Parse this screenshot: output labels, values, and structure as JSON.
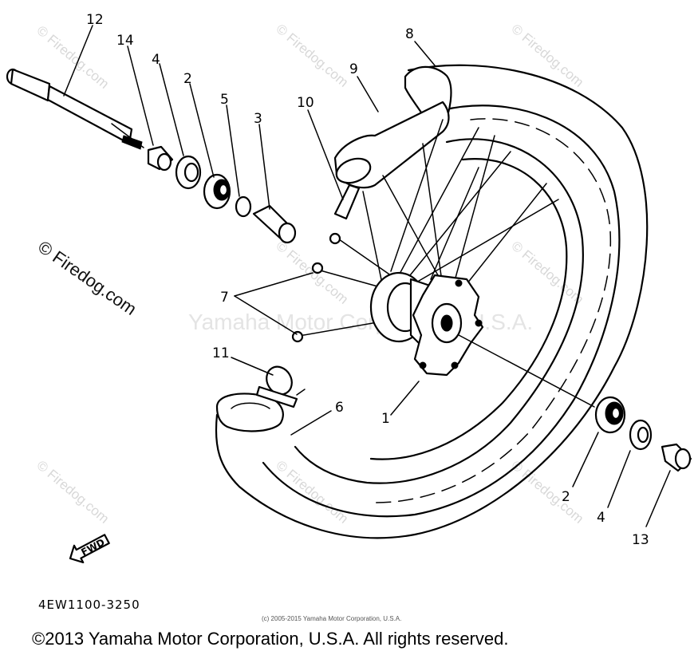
{
  "diagram": {
    "callouts": {
      "c1": "1",
      "c2a": "2",
      "c2b": "2",
      "c3": "3",
      "c4a": "4",
      "c4b": "4",
      "c5": "5",
      "c6": "6",
      "c7": "7",
      "c8": "8",
      "c9": "9",
      "c10": "10",
      "c11": "11",
      "c12": "12",
      "c13": "13",
      "c14": "14"
    },
    "fwd_label": "FWD",
    "part_code": "4EW1100-3250",
    "fine_print": "(c) 2005-2015 Yamaha Motor Corporation, U.S.A.",
    "mid_watermark": "Yamaha Motor Corporation, U.S.A.",
    "watermark": "© Firedog.com",
    "copyright": "©2013 Yamaha Motor Corporation, U.S.A. All rights reserved."
  },
  "colors": {
    "ink": "#000000",
    "watermark": "#d8d8d8",
    "background": "#ffffff"
  }
}
